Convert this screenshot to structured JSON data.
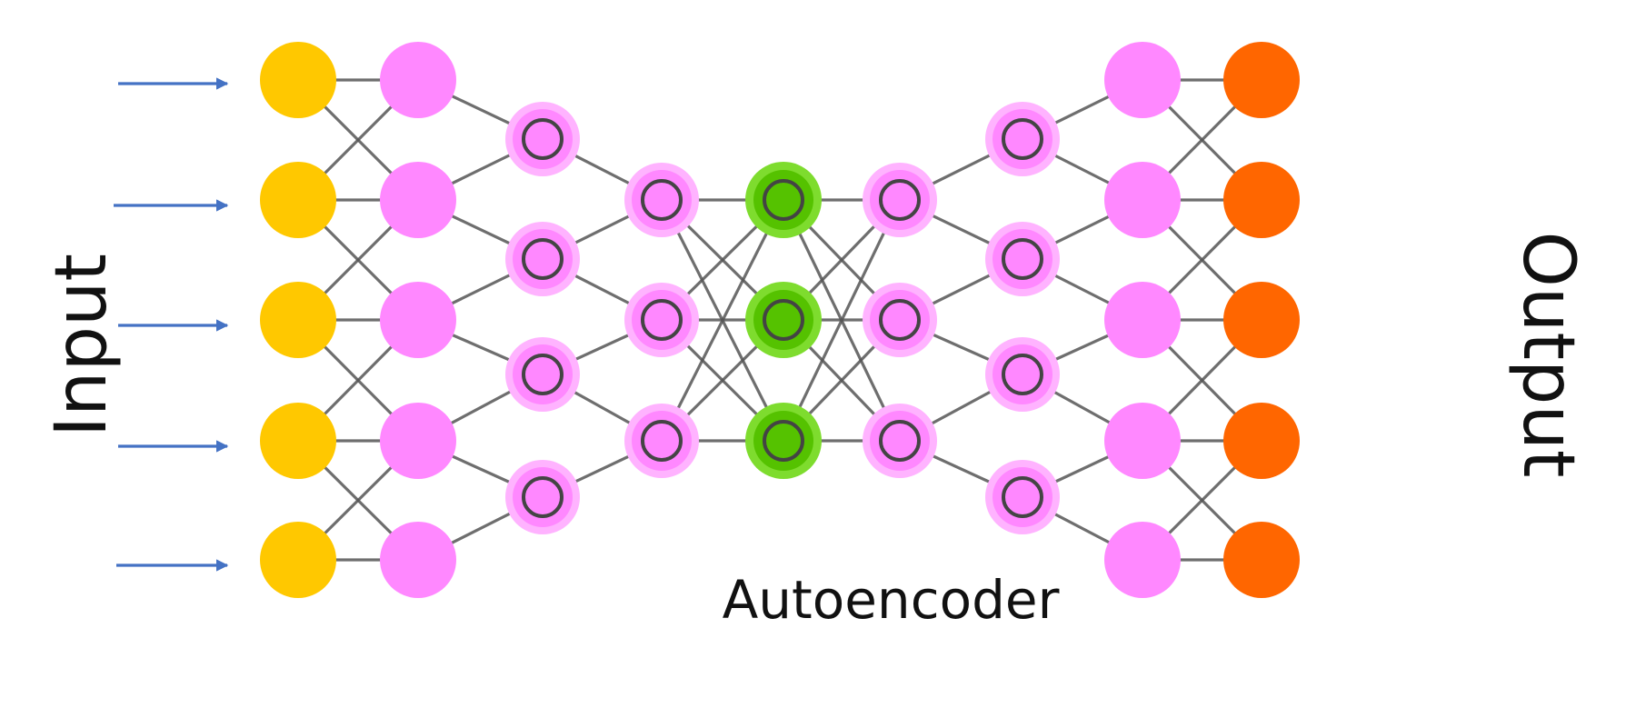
{
  "labels": {
    "input": "Input",
    "output": "Output",
    "center": "Autoencoder"
  },
  "colors": {
    "input_node": "#ffc800",
    "hidden_node": "#ff88ff",
    "hidden_node_halo": "#ffb3ff",
    "bottleneck_node": "#55c200",
    "bottleneck_halo": "#7edc2e",
    "output_node": "#ff6600",
    "edge": "#555555",
    "arrow": "#4472c4",
    "ring": "#444444"
  },
  "network": {
    "layers": [
      {
        "role": "input",
        "nodes": 5,
        "ring": false
      },
      {
        "role": "hidden",
        "nodes": 5,
        "ring": false
      },
      {
        "role": "hidden",
        "nodes": 4,
        "ring": true
      },
      {
        "role": "hidden",
        "nodes": 3,
        "ring": true
      },
      {
        "role": "bottleneck",
        "nodes": 3,
        "ring": true
      },
      {
        "role": "hidden",
        "nodes": 3,
        "ring": true
      },
      {
        "role": "hidden",
        "nodes": 4,
        "ring": true
      },
      {
        "role": "hidden",
        "nodes": 5,
        "ring": false
      },
      {
        "role": "output",
        "nodes": 5,
        "ring": false
      }
    ],
    "input_arrows": 5
  }
}
